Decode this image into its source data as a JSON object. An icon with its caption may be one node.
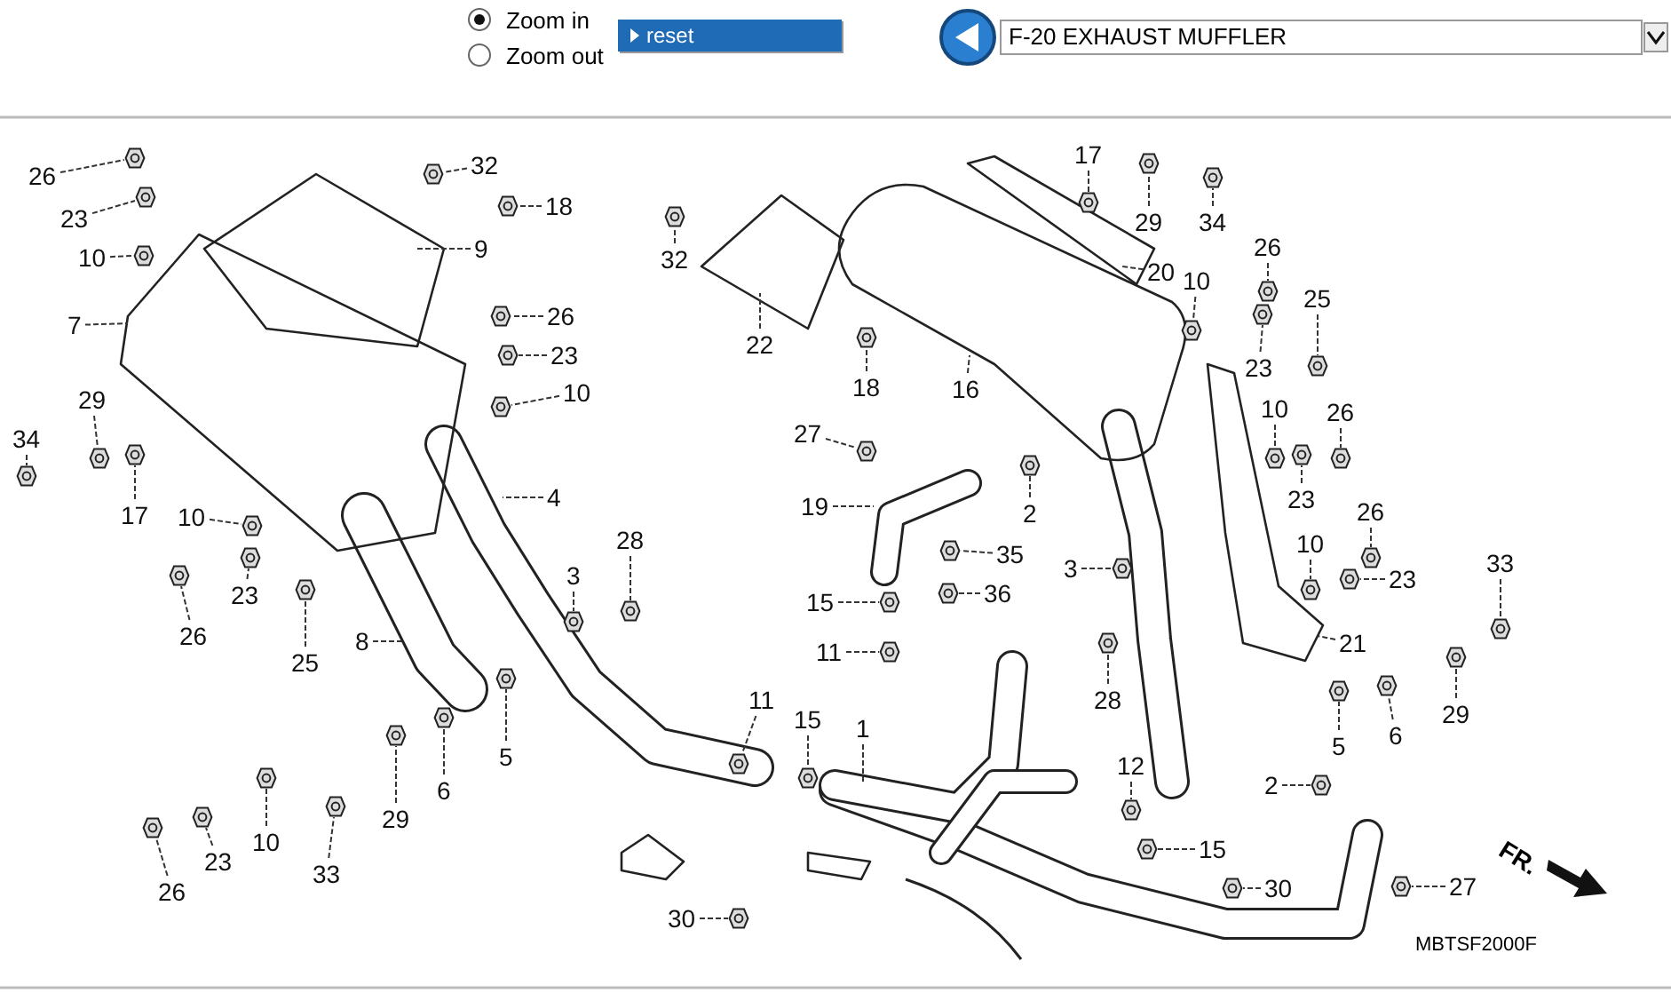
{
  "diagram": {
    "nodes": [
      {
        "text": [
          "26"
        ]
      },
      {
        "text": [
          "23"
        ]
      },
      {
        "text": [
          "10"
        ]
      },
      {
        "text": [
          "7"
        ]
      },
      {
        "text": [
          "29"
        ]
      },
      {
        "text": [
          "34"
        ]
      },
      {
        "text": [
          "17"
        ]
      },
      {
        "text": [
          "32"
        ]
      },
      {
        "text": [
          "18"
        ]
      },
      {
        "text": [
          "9"
        ]
      },
      {
        "text": [
          "26"
        ]
      },
      {
        "text": [
          "23"
        ]
      },
      {
        "text": [
          "10"
        ]
      },
      {
        "text": [
          "4"
        ]
      },
      {
        "text": [
          "10"
        ]
      },
      {
        "text": [
          "23"
        ]
      },
      {
        "text": [
          "26"
        ]
      },
      {
        "text": [
          "25"
        ]
      },
      {
        "text": [
          "8"
        ]
      },
      {
        "text": [
          "28"
        ]
      },
      {
        "text": [
          "3"
        ]
      },
      {
        "text": [
          "5"
        ]
      },
      {
        "text": [
          "6"
        ]
      },
      {
        "text": [
          "29"
        ]
      },
      {
        "text": [
          "10"
        ]
      },
      {
        "text": [
          "23"
        ]
      },
      {
        "text": [
          "26"
        ]
      },
      {
        "text": [
          "33"
        ]
      },
      {
        "text": [
          "11"
        ]
      },
      {
        "text": [
          "15"
        ]
      },
      {
        "text": [
          "30"
        ]
      },
      {
        "text": [
          "32"
        ]
      },
      {
        "text": [
          "22"
        ]
      },
      {
        "text": [
          "18"
        ]
      },
      {
        "text": [
          "16"
        ]
      },
      {
        "text": [
          "17"
        ]
      },
      {
        "text": [
          "29"
        ]
      },
      {
        "text": [
          "34"
        ]
      },
      {
        "text": [
          "20"
        ]
      },
      {
        "text": [
          "27"
        ]
      },
      {
        "text": [
          "19"
        ]
      },
      {
        "text": [
          "2"
        ]
      },
      {
        "text": [
          "35"
        ]
      },
      {
        "text": [
          "15"
        ]
      },
      {
        "text": [
          "36"
        ]
      },
      {
        "text": [
          "11"
        ]
      },
      {
        "text": [
          "3"
        ]
      },
      {
        "text": [
          "1"
        ]
      },
      {
        "text": [
          "12"
        ]
      },
      {
        "text": [
          "15"
        ]
      },
      {
        "text": [
          "30"
        ]
      },
      {
        "text": [
          "2"
        ]
      },
      {
        "text": [
          "27"
        ]
      },
      {
        "text": [
          "28"
        ]
      },
      {
        "text": [
          "5"
        ]
      },
      {
        "text": [
          "6"
        ]
      },
      {
        "text": [
          "29"
        ]
      },
      {
        "text": [
          "33"
        ]
      },
      {
        "text": [
          "21"
        ]
      },
      {
        "text": [
          "26"
        ]
      },
      {
        "text": [
          "10"
        ]
      },
      {
        "text": [
          "23"
        ]
      },
      {
        "text": [
          "25"
        ]
      },
      {
        "text": [
          "10"
        ]
      },
      {
        "text": [
          "26"
        ]
      },
      {
        "text": [
          "23"
        ]
      },
      {
        "text": [
          "10"
        ]
      },
      {
        "text": [
          "26"
        ]
      },
      {
        "text": [
          "23"
        ]
      },
      {
        "text": [],
        "shape": "picture"
      },
      {
        "text": [],
        "shape": "picture"
      },
      {
        "text": [],
        "shape": "picture"
      },
      {
        "text": [],
        "shape": "picture"
      },
      {
        "text": [],
        "shape": "picture"
      },
      {
        "text": [],
        "shape": "picture"
      },
      {
        "text": [],
        "shape": "picture"
      },
      {
        "text": [],
        "shape": "picture"
      },
      {
        "text": [],
        "shape": "picture"
      },
      {
        "text": [],
        "shape": "picture"
      },
      {
        "text": [],
        "shape": "picture"
      },
      {
        "text": [],
        "shape": "picture"
      },
      {
        "text": [],
        "shape": "picture"
      },
      {
        "text": [],
        "shape": "picture"
      },
      {
        "text": [],
        "shape": "picture"
      },
      {
        "text": [],
        "shape": "picture"
      },
      {
        "text": [],
        "shape": "picture"
      },
      {
        "text": [],
        "shape": "picture"
      },
      {
        "text": [],
        "shape": "picture"
      },
      {
        "text": [],
        "shape": "picture"
      },
      {
        "text": [],
        "shape": "picture"
      },
      {
        "text": [],
        "shape": "picture"
      },
      {
        "text": [],
        "shape": "picture"
      },
      {
        "text": [],
        "shape": "picture"
      },
      {
        "text": [],
        "shape": "picture"
      },
      {
        "text": [],
        "shape": "picture"
      },
      {
        "text": [],
        "shape": "picture"
      },
      {
        "text": [],
        "shape": "picture"
      },
      {
        "text": [],
        "shape": "picture"
      },
      {
        "text": [],
        "shape": "picture"
      },
      {
        "text": [],
        "shape": "picture"
      },
      {
        "text": [],
        "shape": "picture"
      },
      {
        "text": [],
        "shape": "picture"
      },
      {
        "text": [],
        "shape": "picture"
      },
      {
        "text": [],
        "shape": "picture"
      },
      {
        "text": [],
        "shape": "picture"
      },
      {
        "text": [],
        "shape": "picture"
      },
      {
        "text": [],
        "shape": "picture"
      },
      {
        "text": [],
        "shape": "picture"
      },
      {
        "text": [],
        "shape": "picture"
      },
      {
        "text": [],
        "shape": "picture"
      },
      {
        "text": [],
        "shape": "picture"
      },
      {
        "text": [],
        "shape": "picture"
      },
      {
        "text": [],
        "shape": "picture"
      },
      {
        "text": [],
        "shape": "picture"
      },
      {
        "text": [],
        "shape": "picture"
      },
      {
        "text": [],
        "shape": "picture"
      },
      {
        "text": [],
        "shape": "picture"
      },
      {
        "text": [],
        "shape": "picture"
      },
      {
        "text": [],
        "shape": "picture"
      },
      {
        "text": [],
        "shape": "picture"
      },
      {
        "text": [],
        "shape": "picture"
      },
      {
        "text": [],
        "shape": "picture"
      },
      {
        "text": [],
        "shape": "picture"
      },
      {
        "text": [],
        "shape": "picture"
      },
      {
        "text": [],
        "shape": "picture"
      },
      {
        "text": [],
        "shape": "picture"
      },
      {
        "text": [],
        "shape": "picture"
      },
      {
        "text": [],
        "shape": "picture"
      }
    ],
    "edges": [
      {
        "from": 0,
        "to": 69,
        "arrow": "none"
      },
      {
        "from": 1,
        "to": 70,
        "arrow": "none"
      },
      {
        "from": 2,
        "to": 71,
        "arrow": "none"
      },
      {
        "from": 3,
        "to": null,
        "arrow": "none"
      },
      {
        "from": 4,
        "to": 72,
        "arrow": "none"
      },
      {
        "from": 5,
        "to": 73,
        "arrow": "none"
      },
      {
        "from": 6,
        "to": 74,
        "arrow": "none"
      },
      {
        "from": 7,
        "to": 75,
        "arrow": "none"
      },
      {
        "from": 8,
        "to": 76,
        "arrow": "none"
      },
      {
        "from": 9,
        "to": null,
        "arrow": "none"
      },
      {
        "from": 10,
        "to": 77,
        "arrow": "none"
      },
      {
        "from": 11,
        "to": 78,
        "arrow": "none"
      },
      {
        "from": 12,
        "to": 79,
        "arrow": "none"
      },
      {
        "from": 13,
        "to": null,
        "arrow": "none"
      },
      {
        "from": 14,
        "to": 80,
        "arrow": "none"
      },
      {
        "from": 15,
        "to": 81,
        "arrow": "none"
      },
      {
        "from": 16,
        "to": 82,
        "arrow": "none"
      },
      {
        "from": 17,
        "to": 83,
        "arrow": "none"
      },
      {
        "from": 18,
        "to": null,
        "arrow": "none"
      },
      {
        "from": 19,
        "to": 84,
        "arrow": "none"
      },
      {
        "from": 20,
        "to": 85,
        "arrow": "none"
      },
      {
        "from": 21,
        "to": 86,
        "arrow": "none"
      },
      {
        "from": 22,
        "to": 87,
        "arrow": "none"
      },
      {
        "from": 23,
        "to": 88,
        "arrow": "none"
      },
      {
        "from": 24,
        "to": 89,
        "arrow": "none"
      },
      {
        "from": 25,
        "to": 90,
        "arrow": "none"
      },
      {
        "from": 26,
        "to": 91,
        "arrow": "none"
      },
      {
        "from": 27,
        "to": 92,
        "arrow": "none"
      },
      {
        "from": 28,
        "to": 93,
        "arrow": "none"
      },
      {
        "from": 29,
        "to": 94,
        "arrow": "none"
      },
      {
        "from": 30,
        "to": 95,
        "arrow": "none"
      },
      {
        "from": 31,
        "to": 96,
        "arrow": "none"
      },
      {
        "from": 32,
        "to": null,
        "arrow": "none"
      },
      {
        "from": 33,
        "to": 97,
        "arrow": "none"
      },
      {
        "from": 34,
        "to": null,
        "arrow": "none"
      },
      {
        "from": 35,
        "to": 98,
        "arrow": "none"
      },
      {
        "from": 36,
        "to": 99,
        "arrow": "none"
      },
      {
        "from": 37,
        "to": 100,
        "arrow": "none"
      },
      {
        "from": 38,
        "to": null,
        "arrow": "none"
      },
      {
        "from": 39,
        "to": 101,
        "arrow": "none"
      },
      {
        "from": 40,
        "to": null,
        "arrow": "none"
      },
      {
        "from": 41,
        "to": 102,
        "arrow": "none"
      },
      {
        "from": 42,
        "to": 103,
        "arrow": "none"
      },
      {
        "from": 43,
        "to": 104,
        "arrow": "none"
      },
      {
        "from": 44,
        "to": 105,
        "arrow": "none"
      },
      {
        "from": 45,
        "to": 106,
        "arrow": "none"
      },
      {
        "from": 46,
        "to": 107,
        "arrow": "none"
      },
      {
        "from": 47,
        "to": null,
        "arrow": "none"
      },
      {
        "from": 48,
        "to": 108,
        "arrow": "none"
      },
      {
        "from": 49,
        "to": 109,
        "arrow": "none"
      },
      {
        "from": 50,
        "to": 110,
        "arrow": "none"
      },
      {
        "from": 51,
        "to": 111,
        "arrow": "none"
      },
      {
        "from": 52,
        "to": 112,
        "arrow": "none"
      },
      {
        "from": 53,
        "to": 113,
        "arrow": "none"
      },
      {
        "from": 54,
        "to": 114,
        "arrow": "none"
      },
      {
        "from": 55,
        "to": 115,
        "arrow": "none"
      },
      {
        "from": 56,
        "to": 116,
        "arrow": "none"
      },
      {
        "from": 57,
        "to": 117,
        "arrow": "none"
      },
      {
        "from": 58,
        "to": null,
        "arrow": "none"
      },
      {
        "from": 59,
        "to": 118,
        "arrow": "none"
      },
      {
        "from": 60,
        "to": 119,
        "arrow": "none"
      },
      {
        "from": 61,
        "to": 120,
        "arrow": "none"
      },
      {
        "from": 62,
        "to": 121,
        "arrow": "none"
      },
      {
        "from": 63,
        "to": 122,
        "arrow": "none"
      },
      {
        "from": 64,
        "to": 123,
        "arrow": "none"
      },
      {
        "from": 65,
        "to": 124,
        "arrow": "none"
      },
      {
        "from": 66,
        "to": 125,
        "arrow": "none"
      },
      {
        "from": 67,
        "to": 126,
        "arrow": "none"
      },
      {
        "from": 68,
        "to": 127,
        "arrow": "none"
      }
    ],
    "labels": [
      "Zoom in",
      "Zoom out",
      "reset",
      "F-20 EXHAUST MUFFLER",
      "FR.",
      "MBTSF2000F"
    ]
  }
}
